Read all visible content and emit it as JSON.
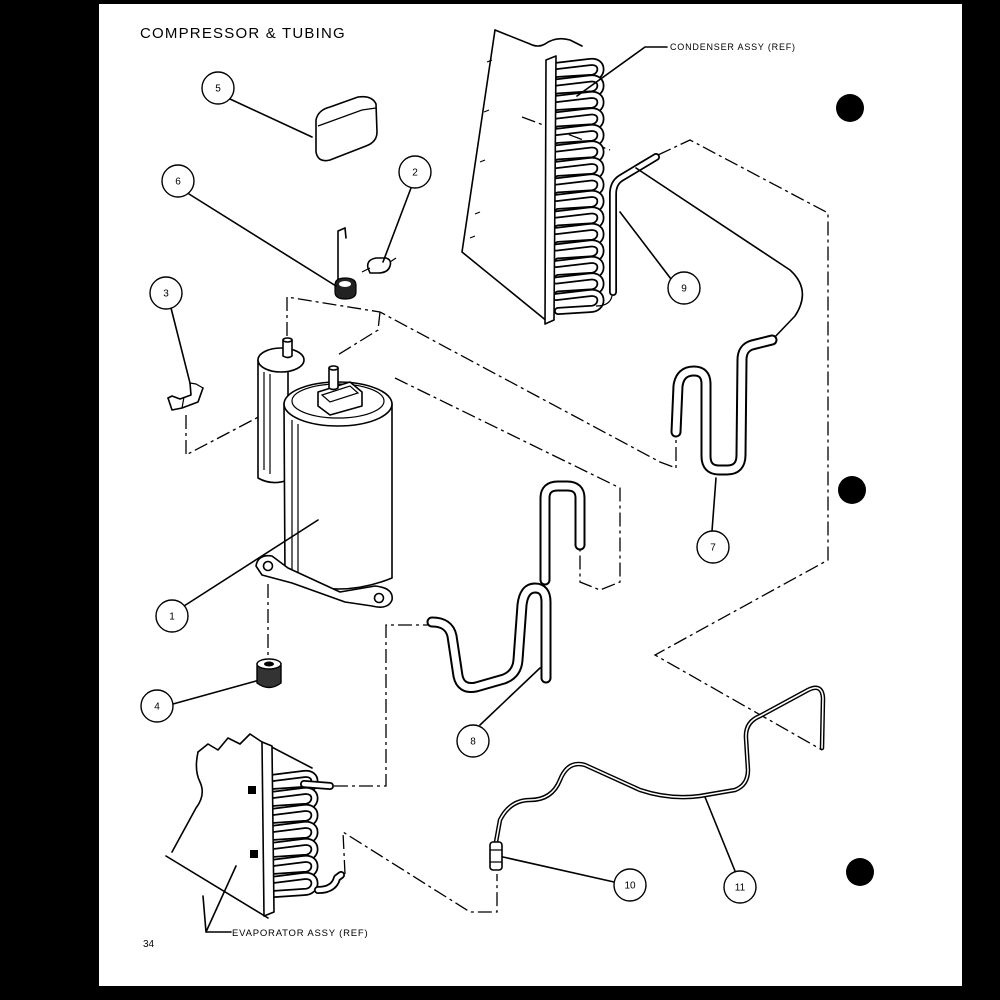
{
  "title": "COMPRESSOR & TUBING",
  "page_number": "34",
  "labels": {
    "condenser": "CONDENSER ASSY (REF)",
    "evaporator": "EVAPORATOR ASSY (REF)"
  },
  "callouts": [
    "1",
    "2",
    "3",
    "4",
    "5",
    "6",
    "7",
    "8",
    "9",
    "10",
    "11"
  ]
}
